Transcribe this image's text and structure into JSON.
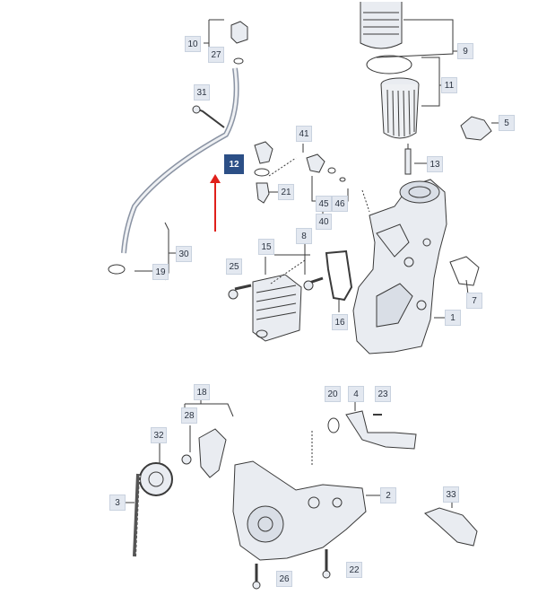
{
  "labels": {
    "p1": "1",
    "p2": "2",
    "p3": "3",
    "p4": "4",
    "p5": "5",
    "p7": "7",
    "p8": "8",
    "p9": "9",
    "p10": "10",
    "p11": "11",
    "p12": "12",
    "p13": "13",
    "p15": "15",
    "p16": "16",
    "p18": "18",
    "p19": "19",
    "p20": "20",
    "p21": "21",
    "p22": "22",
    "p23": "23",
    "p25": "25",
    "p26": "26",
    "p27": "27",
    "p28": "28",
    "p30": "30",
    "p31": "31",
    "p32": "32",
    "p33": "33",
    "p40": "40",
    "p41": "41",
    "p45": "45",
    "p46": "46"
  },
  "highlight": {
    "part": "12",
    "arrow_color": "#e0201b",
    "label_color": "#2c4f86"
  },
  "colors": {
    "line": "#3a3a3a",
    "part_fill": "#e9ecf1",
    "part_dark": "#8a93a3",
    "label_bg": "#e3e8f0"
  }
}
